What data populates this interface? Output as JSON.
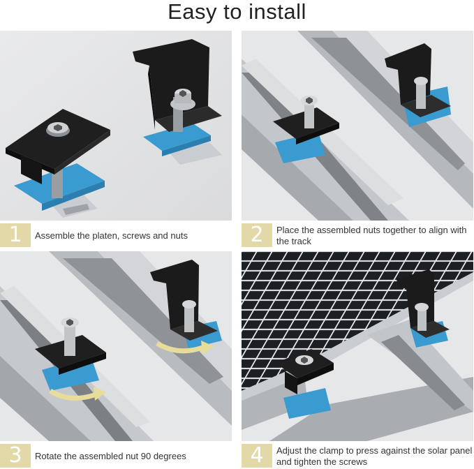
{
  "title": "Easy to install",
  "steps": [
    {
      "number": "1",
      "text": "Assemble the platen, screws and nuts"
    },
    {
      "number": "2",
      "text": "Place the assembled nuts together to align with the track"
    },
    {
      "number": "3",
      "text": "Rotate the assembled nut 90 degrees"
    },
    {
      "number": "4",
      "text": "Adjust the clamp to press against the solar panel and tighten the screws"
    }
  ],
  "colors": {
    "accent": "#e3d9a8",
    "clamp": "#1a1a1a",
    "nut": "#3a9bd0",
    "rail": "#b9bcc0",
    "arrow": "#e8dc9a"
  }
}
